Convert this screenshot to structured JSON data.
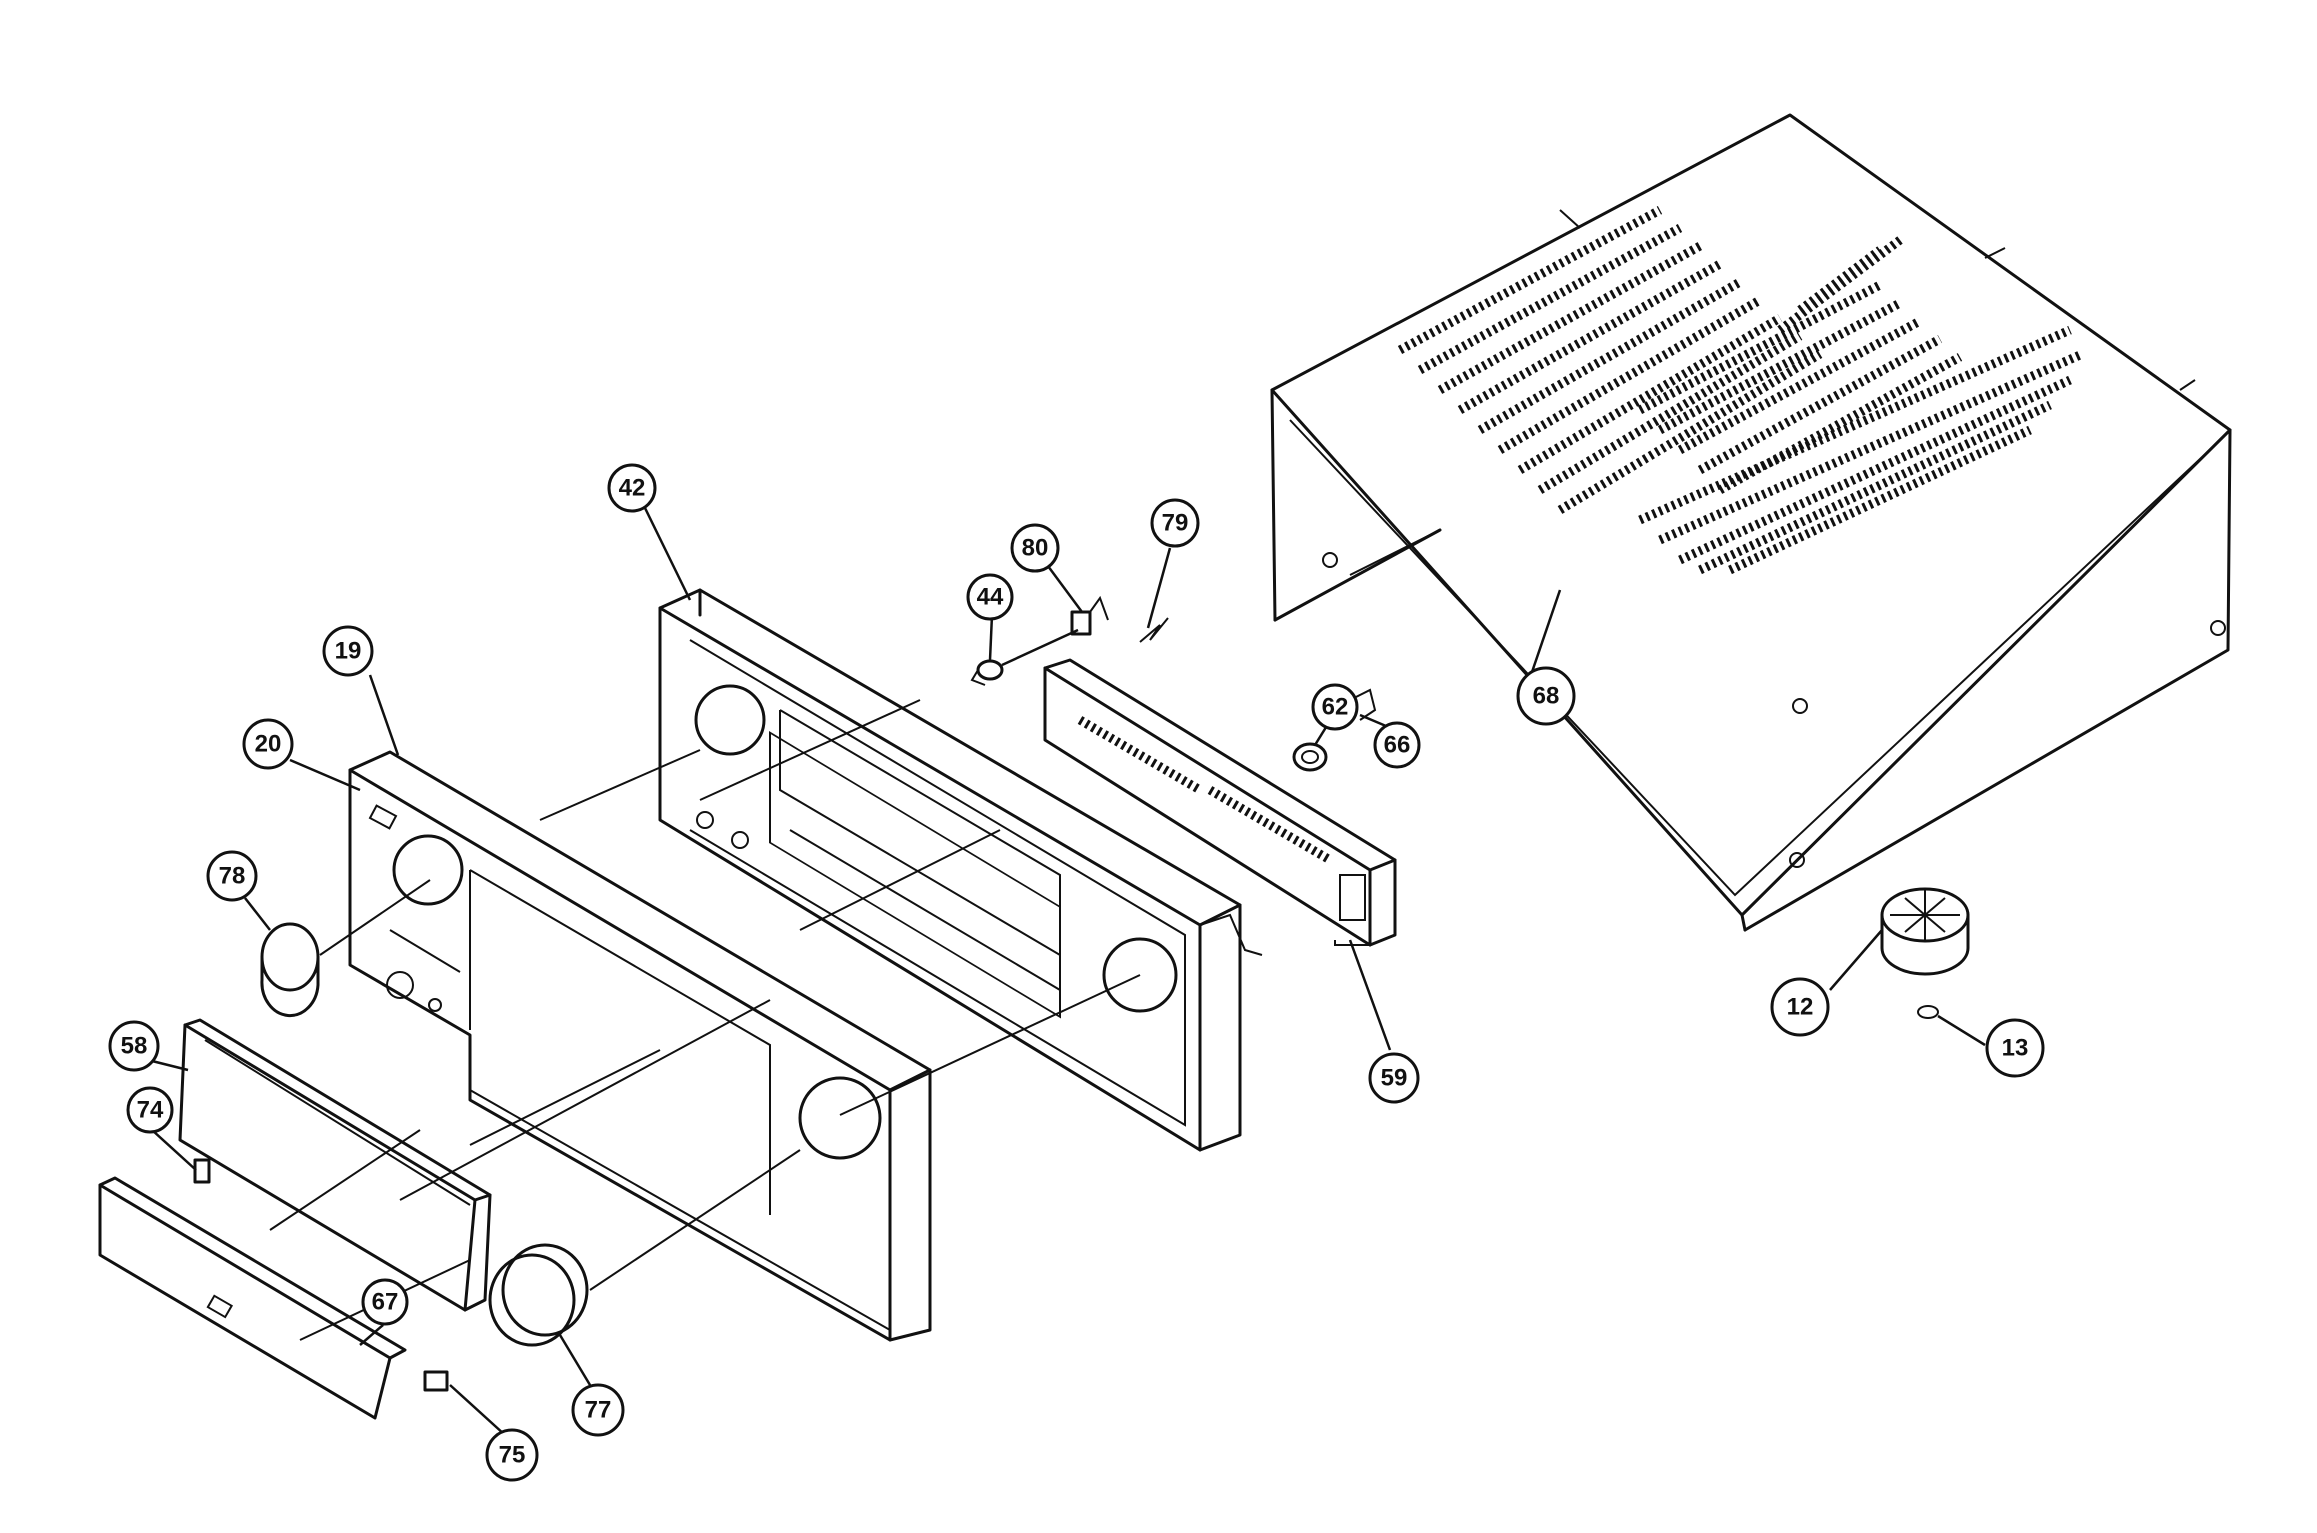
{
  "callouts": [
    {
      "id": "c42",
      "label": "42"
    },
    {
      "id": "c80",
      "label": "80"
    },
    {
      "id": "c79",
      "label": "79"
    },
    {
      "id": "c44",
      "label": "44"
    },
    {
      "id": "c19",
      "label": "19"
    },
    {
      "id": "c20",
      "label": "20"
    },
    {
      "id": "c68",
      "label": "68"
    },
    {
      "id": "c62",
      "label": "62"
    },
    {
      "id": "c66",
      "label": "66"
    },
    {
      "id": "c78",
      "label": "78"
    },
    {
      "id": "c12",
      "label": "12"
    },
    {
      "id": "c13",
      "label": "13"
    },
    {
      "id": "c59",
      "label": "59"
    },
    {
      "id": "c58",
      "label": "58"
    },
    {
      "id": "c74",
      "label": "74"
    },
    {
      "id": "c67",
      "label": "67"
    },
    {
      "id": "c77",
      "label": "77"
    },
    {
      "id": "c75",
      "label": "75"
    }
  ]
}
